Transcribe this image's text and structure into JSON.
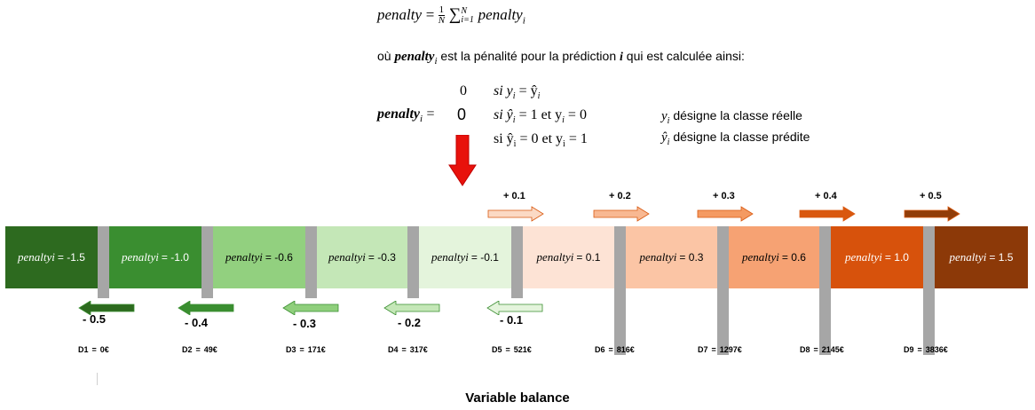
{
  "formula": {
    "lhs": "penalty",
    "sum_sup": "N",
    "sum_sub": "i=1",
    "term": "penalty",
    "term_sub": "i",
    "where_prefix": "où",
    "where_var": "penalty",
    "where_sub": "i",
    "where_text1": "est la pénalité pour la prédiction",
    "where_i": "i",
    "where_text2": "qui est calculée ainsi:"
  },
  "cases": {
    "lhs": "penalty",
    "lhs_sub": "i",
    "row1_val": "0",
    "row1_cond": "si y",
    "row1_cond2": "= ŷ",
    "row2_val": "0",
    "row2_cond": "si ŷ",
    "row2_cond2": "= 1 et y",
    "row2_cond3": "= 0",
    "row3_cond": "si ŷ",
    "row3_cond2": "= 0 et y",
    "row3_cond3": "= 1",
    "note1_var": "y",
    "note1_text": "désigne la classe réelle",
    "note2_var": "ŷ",
    "note2_text": "désigne la classe prédite"
  },
  "segments": [
    {
      "label": "penaltyi",
      "value": "= -1.5",
      "bg": "#2d6a1f",
      "fg": "#ffffff"
    },
    {
      "label": "penaltyi",
      "value": "= -1.0",
      "bg": "#3a8e30",
      "fg": "#ffffff"
    },
    {
      "label": "penaltyi",
      "value": "= -0.6",
      "bg": "#92d07f",
      "fg": "#000000"
    },
    {
      "label": "penaltyi",
      "value": "= -0.3",
      "bg": "#c4e7b7",
      "fg": "#000000"
    },
    {
      "label": "penaltyi",
      "value": "= -0.1",
      "bg": "#e4f4dc",
      "fg": "#000000"
    },
    {
      "label": "penaltyi",
      "value": "= 0.1",
      "bg": "#fde3d5",
      "fg": "#000000"
    },
    {
      "label": "penaltyi",
      "value": "= 0.3",
      "bg": "#fbc5a5",
      "fg": "#000000"
    },
    {
      "label": "penaltyi",
      "value": "= 0.6",
      "bg": "#f6a273",
      "fg": "#000000"
    },
    {
      "label": "penaltyi",
      "value": "= 1.0",
      "bg": "#d7520c",
      "fg": "#ffffff"
    },
    {
      "label": "penaltyi",
      "value": "= 1.5",
      "bg": "#8c3908",
      "fg": "#ffffff"
    }
  ],
  "up_arrows": [
    {
      "label": "+ 0.1",
      "color": "#fbd9c4"
    },
    {
      "label": "+ 0.2",
      "color": "#f8b892"
    },
    {
      "label": "+ 0.3",
      "color": "#f49a62"
    },
    {
      "label": "+ 0.4",
      "color": "#d9580f"
    },
    {
      "label": "+ 0.5",
      "color": "#913d09"
    }
  ],
  "down_arrows": [
    {
      "label": "- 0.5",
      "color": "#2d6a1f"
    },
    {
      "label": "- 0.4",
      "color": "#3a8e30"
    },
    {
      "label": "- 0.3",
      "color": "#8fcf7c"
    },
    {
      "label": "- 0.2",
      "color": "#c4e7b7"
    },
    {
      "label": "- 0.1",
      "color": "#e4f4dc"
    }
  ],
  "deciles": [
    {
      "name": "D1",
      "eq": "=",
      "value": "0€"
    },
    {
      "name": "D2",
      "eq": "=",
      "value": "49€"
    },
    {
      "name": "D3",
      "eq": "=",
      "value": "171€"
    },
    {
      "name": "D4",
      "eq": "=",
      "value": "317€"
    },
    {
      "name": "D5",
      "eq": "=",
      "value": "521€"
    },
    {
      "name": "D6",
      "eq": "=",
      "value": "816€"
    },
    {
      "name": "D7",
      "eq": "=",
      "value": "1297€"
    },
    {
      "name": "D8",
      "eq": "=",
      "value": "2145€"
    },
    {
      "name": "D9",
      "eq": "=",
      "value": "3836€"
    }
  ],
  "axis_label": "Variable balance",
  "colors": {
    "separator": "#a6a6a6",
    "red_arrow": "#e8120c"
  }
}
